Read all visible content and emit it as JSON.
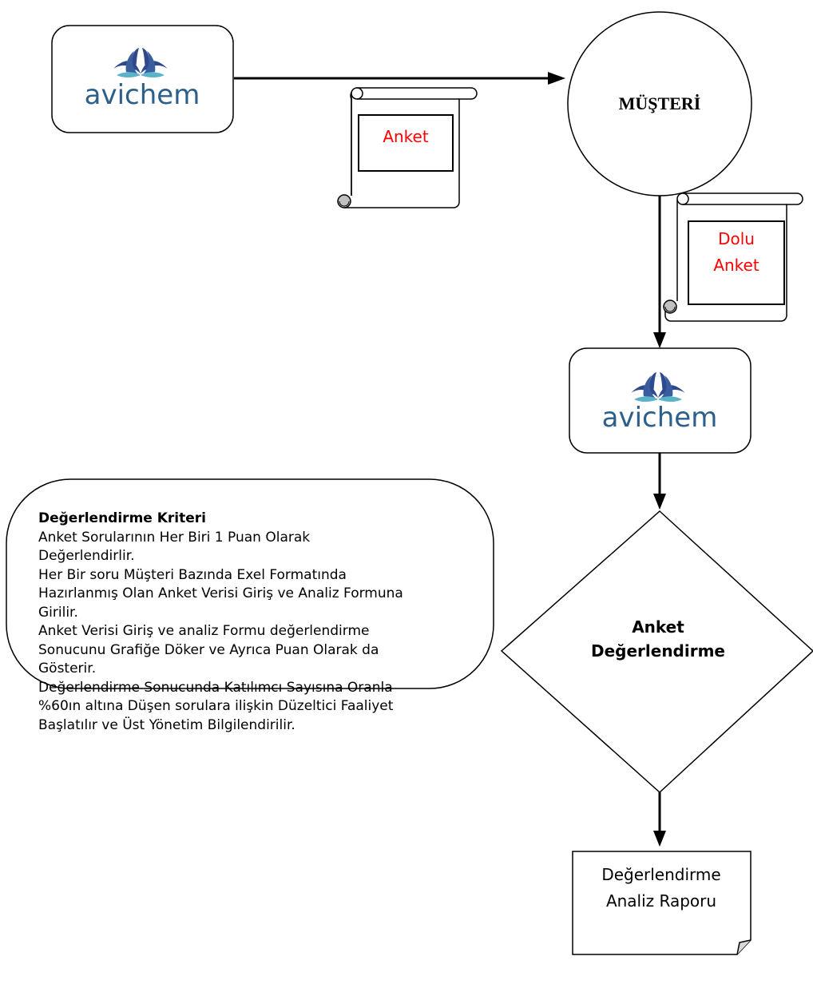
{
  "brand": {
    "logo_text": "avichem",
    "logo_colors": {
      "top_petals": "#2e4a8c",
      "bottom_petals": "#5bb3c9",
      "text": "#2c5f8a"
    }
  },
  "nodes": {
    "sender_logo": "avichem",
    "customer": "MÜŞTERİ",
    "survey_doc": "Anket",
    "filled_doc": [
      "Dolu",
      "Anket"
    ],
    "evaluator_logo": "avichem",
    "decision": [
      "Anket",
      "Değerlendirme"
    ],
    "report": [
      "Değerlendirme",
      "Analiz Raporu"
    ]
  },
  "criteria": {
    "title": "Değerlendirme Kriteri",
    "lines": [
      "Anket Sorularının Her Biri 1 Puan Olarak",
      "Değerlendirlir.",
      "Her Bir soru Müşteri Bazında Exel Formatında",
      "Hazırlanmış Olan Anket Verisi Giriş ve Analiz Formuna",
      "Girilir.",
      "Anket Verisi Giriş ve analiz Formu değerlendirme",
      "Sonucunu Grafiğe Döker ve Ayrıca Puan Olarak da",
      "Gösterir.",
      "Değerlendirme Sonucunda Katılımcı Sayısına Oranla",
      "%60ın altına Düşen sorulara ilişkin Düzeltici Faaliyet",
      "Başlatılır ve Üst Yönetim Bilgilendirilir."
    ]
  },
  "colors": {
    "doc_text": "#ff0000",
    "stroke": "#000000",
    "scroll_curl": "#c0c0c0"
  }
}
